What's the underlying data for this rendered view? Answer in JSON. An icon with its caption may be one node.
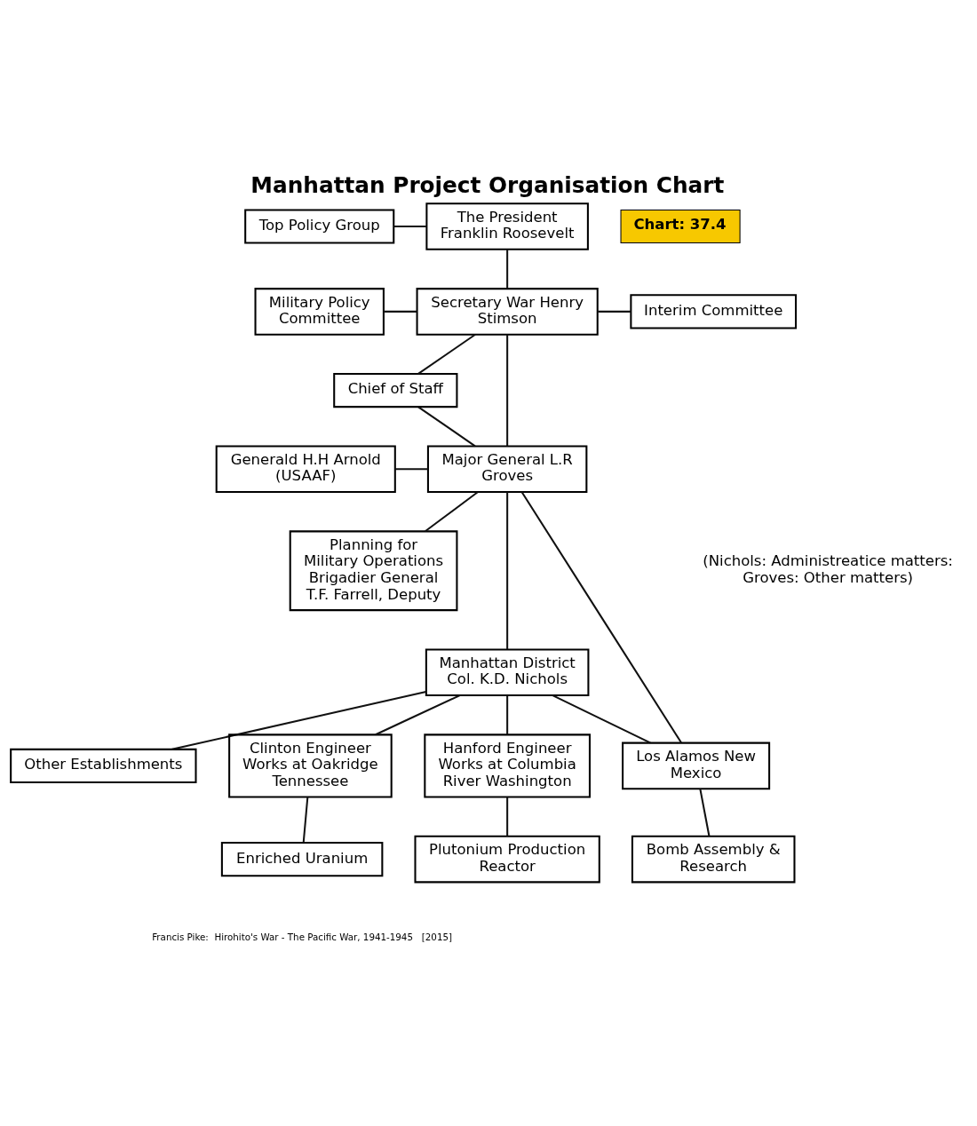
{
  "diagram": {
    "title": "Manhattan Project Organisation Chart",
    "nodes": [
      {
        "text": [
          "Top Policy Group"
        ]
      },
      {
        "text": [
          "The President Franklin Roosevelt"
        ]
      },
      {
        "text": [
          "Military Policy Committee"
        ]
      },
      {
        "text": [
          "Secretary War Henry Stimson"
        ]
      },
      {
        "text": [
          "Interim Committee"
        ]
      },
      {
        "text": [
          "Chief of Staff"
        ]
      },
      {
        "text": [
          "Generald H.H Arnold (USAAF)"
        ]
      },
      {
        "text": [
          "Major General L.R Groves"
        ]
      },
      {
        "text": [
          "Planning for Military Operations Brigadier General T.F. Farrell, Deputy"
        ]
      },
      {
        "text": [
          "Manhattan District Col. K.D. Nichols"
        ]
      },
      {
        "text": [
          "Other Establishments"
        ]
      },
      {
        "text": [
          "Clinton Engineer Works at Oakridge Tennessee"
        ]
      },
      {
        "text": [
          "Hanford Engineer Works at Columbia River Washington"
        ]
      },
      {
        "text": [
          "Los Alamos New Mexico"
        ]
      },
      {
        "text": [
          "Enriched Uranium"
        ]
      },
      {
        "text": [
          "Plutonium Production Reactor"
        ]
      },
      {
        "text": [
          "Bomb Assembly & Research"
        ]
      },
      {
        "text": [
          "Chart: 37.4"
        ]
      }
    ],
    "edges": [
      {
        "from": 0,
        "to": 1,
        "arrow": "none"
      },
      {
        "from": 1,
        "to": 3,
        "arrow": "none"
      },
      {
        "from": 2,
        "to": 3,
        "arrow": "none"
      },
      {
        "from": 3,
        "to": 4,
        "arrow": "none"
      },
      {
        "from": 3,
        "to": 5,
        "arrow": "none"
      },
      {
        "from": 5,
        "to": 7,
        "arrow": "none"
      },
      {
        "from": 3,
        "to": 7,
        "arrow": "none"
      },
      {
        "from": 6,
        "to": 7,
        "arrow": "none"
      },
      {
        "from": 7,
        "to": 8,
        "arrow": "none"
      },
      {
        "from": 7,
        "to": 9,
        "arrow": "none"
      },
      {
        "from": 7,
        "to": 13,
        "arrow": "none"
      },
      {
        "from": 9,
        "to": 10,
        "arrow": "none"
      },
      {
        "from": 9,
        "to": 11,
        "arrow": "none"
      },
      {
        "from": 9,
        "to": 12,
        "arrow": "none"
      },
      {
        "from": 9,
        "to": 13,
        "arrow": "none"
      },
      {
        "from": 11,
        "to": 14,
        "arrow": "none"
      },
      {
        "from": 12,
        "to": 15,
        "arrow": "none"
      },
      {
        "from": 13,
        "to": 16,
        "arrow": "none"
      }
    ],
    "labels": [
      "(Nichols: Administreatice matters: Groves: Other matters)",
      "Francis Pike:  Hirohito's War - The Pacific War, 1941-1945   [2015]"
    ]
  }
}
